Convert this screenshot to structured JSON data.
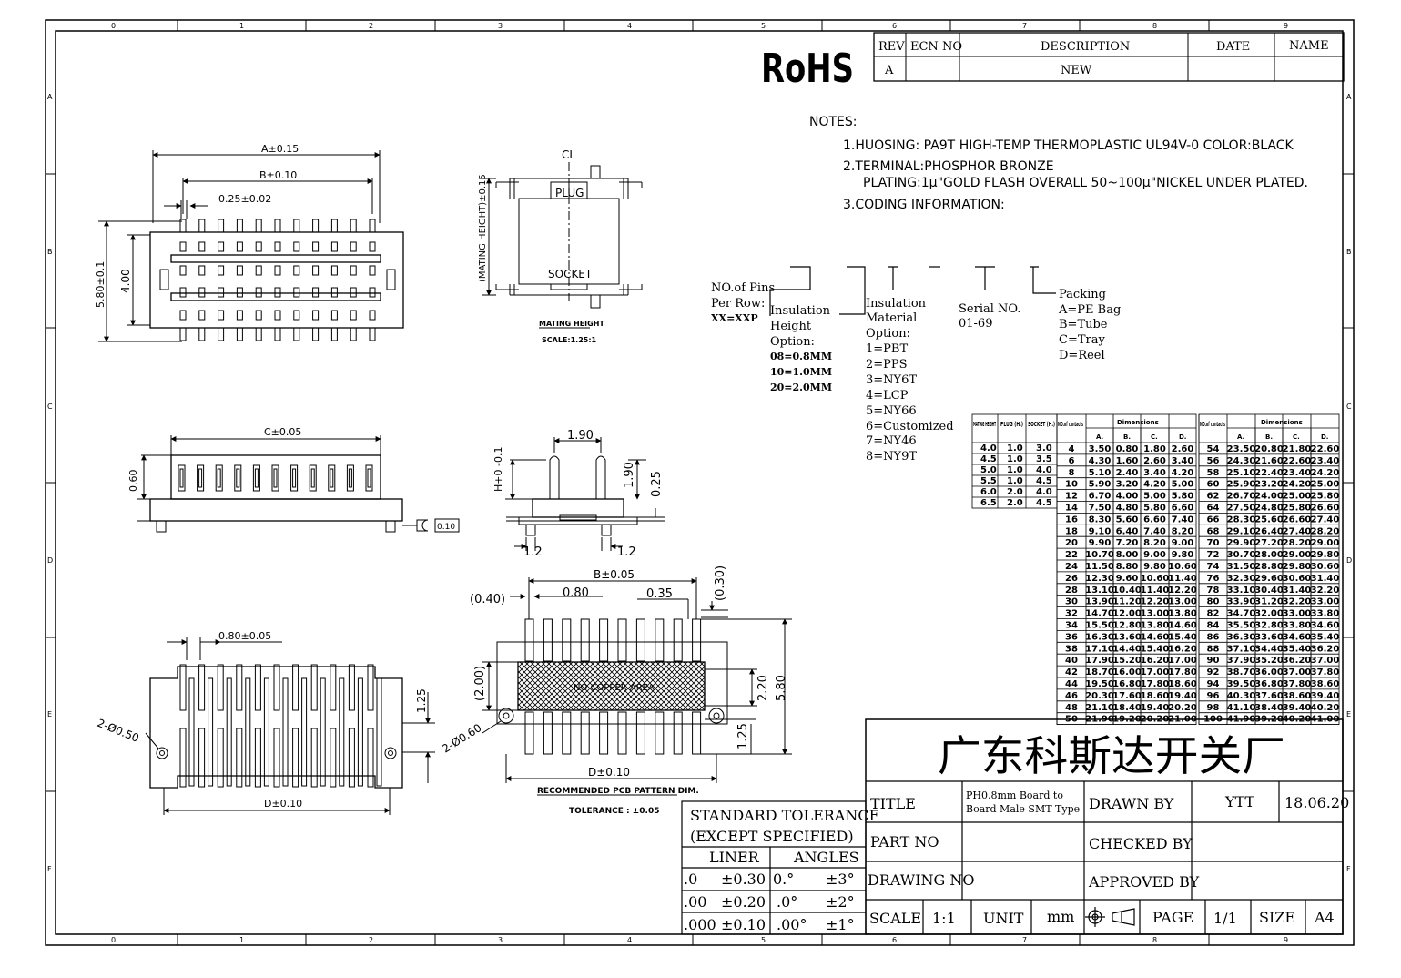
{
  "rohs": "RoHS",
  "revision_table": {
    "headers": [
      "REV",
      "ECN NO",
      "DESCRIPTION",
      "DATE",
      "NAME"
    ],
    "row": [
      "A",
      "",
      "NEW",
      "",
      ""
    ]
  },
  "zones": {
    "columns": [
      "0",
      "1",
      "2",
      "3",
      "4",
      "5",
      "6",
      "7",
      "8",
      "9"
    ],
    "rows": [
      "A",
      "B",
      "C",
      "D",
      "E",
      "F"
    ]
  },
  "notes": {
    "heading": "NOTES:",
    "lines": [
      "1.HUOSING: PA9T HIGH-TEMP THERMOPLASTIC UL94V-0 COLOR:BLACK",
      "2.TERMINAL:PHOSPHOR BRONZE",
      "PLATING:1μ\"GOLD FLASH OVERALL 50~100μ\"NICKEL UNDER PLATED.",
      "3.CODING INFORMATION:"
    ]
  },
  "coding": {
    "pins_per_row": [
      "NO.of Pins",
      "Per Row:",
      "XX=XXP"
    ],
    "insulation_height": [
      "Insulation",
      "Height",
      "Option:",
      "08=0.8MM",
      "10=1.0MM",
      "20=2.0MM"
    ],
    "insulation_material": [
      "Insulation",
      "Material",
      "Option:",
      "1=PBT",
      "2=PPS",
      "3=NY6T",
      "4=LCP",
      "5=NY66",
      "6=Customized",
      "7=NY46",
      "8=NY9T"
    ],
    "serial": [
      "Serial NO.",
      "01-69"
    ],
    "packing": [
      "Packing",
      "A=PE Bag",
      "B=Tube",
      "C=Tray",
      "D=Reel"
    ]
  },
  "drawing_labels": {
    "dim_a": "A±0.15",
    "dim_b": "B±0.10",
    "pitch_width": "0.25±0.02",
    "height_580": "5.80±0.1",
    "height_400": "4.00",
    "centerline": "CL",
    "mating_height": "(MATING HEIGHT)±0.15",
    "plug": "PLUG",
    "socket": "SOCKET",
    "mating_title": "MATING HEIGHT",
    "mating_scale": "SCALE:1.25:1",
    "dim_c": "C±0.05",
    "d060": "0.60",
    "flatness": "0.10",
    "d190a": "1.90",
    "d190b": "1.90",
    "d025": "0.25",
    "hplus": "H+0 -0.1",
    "d12a": "1.2",
    "d12b": "1.2",
    "pitch080": "0.80±0.05",
    "d125a": "1.25",
    "hole050": "2-Ø0.50",
    "dim_d": "D±0.10",
    "b005": "B±0.05",
    "p040": "(0.40)",
    "p080": "0.80",
    "p035": "0.35",
    "p030": "(0.30)",
    "p200": "(2.00)",
    "p220": "2.20",
    "p580": "5.80",
    "p125": "1.25",
    "hole060": "2-Ø0.60",
    "pad_text": "NO COPPER AREA",
    "pcb_d": "D±0.10",
    "pcb_title": "RECOMMENDED PCB PATTERN DIM.",
    "tolerance": "TOLERANCE : ±0.05"
  },
  "mating_table": {
    "headers": [
      "MATING HEIGHT",
      "PLUG (H.)",
      "SOCKET (H.)"
    ],
    "rows": [
      [
        "4.0",
        "1.0",
        "3.0"
      ],
      [
        "4.5",
        "1.0",
        "3.5"
      ],
      [
        "5.0",
        "1.0",
        "4.0"
      ],
      [
        "5.5",
        "1.0",
        "4.5"
      ],
      [
        "6.0",
        "2.0",
        "4.0"
      ],
      [
        "6.5",
        "2.0",
        "4.5"
      ]
    ]
  },
  "dimension_table": {
    "contacts_header": "NO.of contacts",
    "dimensions_header": "Dimensions",
    "sub_headers": [
      "A.",
      "B.",
      "C.",
      "D."
    ],
    "left": [
      [
        "4",
        "3.50",
        "0.80",
        "1.80",
        "2.60"
      ],
      [
        "6",
        "4.30",
        "1.60",
        "2.60",
        "3.40"
      ],
      [
        "8",
        "5.10",
        "2.40",
        "3.40",
        "4.20"
      ],
      [
        "10",
        "5.90",
        "3.20",
        "4.20",
        "5.00"
      ],
      [
        "12",
        "6.70",
        "4.00",
        "5.00",
        "5.80"
      ],
      [
        "14",
        "7.50",
        "4.80",
        "5.80",
        "6.60"
      ],
      [
        "16",
        "8.30",
        "5.60",
        "6.60",
        "7.40"
      ],
      [
        "18",
        "9.10",
        "6.40",
        "7.40",
        "8.20"
      ],
      [
        "20",
        "9.90",
        "7.20",
        "8.20",
        "9.00"
      ],
      [
        "22",
        "10.70",
        "8.00",
        "9.00",
        "9.80"
      ],
      [
        "24",
        "11.50",
        "8.80",
        "9.80",
        "10.60"
      ],
      [
        "26",
        "12.30",
        "9.60",
        "10.60",
        "11.40"
      ],
      [
        "28",
        "13.10",
        "10.40",
        "11.40",
        "12.20"
      ],
      [
        "30",
        "13.90",
        "11.20",
        "12.20",
        "13.00"
      ],
      [
        "32",
        "14.70",
        "12.00",
        "13.00",
        "13.80"
      ],
      [
        "34",
        "15.50",
        "12.80",
        "13.80",
        "14.60"
      ],
      [
        "36",
        "16.30",
        "13.60",
        "14.60",
        "15.40"
      ],
      [
        "38",
        "17.10",
        "14.40",
        "15.40",
        "16.20"
      ],
      [
        "40",
        "17.90",
        "15.20",
        "16.20",
        "17.00"
      ],
      [
        "42",
        "18.70",
        "16.00",
        "17.00",
        "17.80"
      ],
      [
        "44",
        "19.50",
        "16.80",
        "17.80",
        "18.60"
      ],
      [
        "46",
        "20.30",
        "17.60",
        "18.60",
        "19.40"
      ],
      [
        "48",
        "21.10",
        "18.40",
        "19.40",
        "20.20"
      ],
      [
        "50",
        "21.90",
        "19.20",
        "20.20",
        "21.00"
      ]
    ],
    "right": [
      [
        "54",
        "23.50",
        "20.80",
        "21.80",
        "22.60"
      ],
      [
        "56",
        "24.30",
        "21.60",
        "22.60",
        "23.40"
      ],
      [
        "58",
        "25.10",
        "22.40",
        "23.40",
        "24.20"
      ],
      [
        "60",
        "25.90",
        "23.20",
        "24.20",
        "25.00"
      ],
      [
        "62",
        "26.70",
        "24.00",
        "25.00",
        "25.80"
      ],
      [
        "64",
        "27.50",
        "24.80",
        "25.80",
        "26.60"
      ],
      [
        "66",
        "28.30",
        "25.60",
        "26.60",
        "27.40"
      ],
      [
        "68",
        "29.10",
        "26.40",
        "27.40",
        "28.20"
      ],
      [
        "70",
        "29.90",
        "27.20",
        "28.20",
        "29.00"
      ],
      [
        "72",
        "30.70",
        "28.00",
        "29.00",
        "29.80"
      ],
      [
        "74",
        "31.50",
        "28.80",
        "29.80",
        "30.60"
      ],
      [
        "76",
        "32.30",
        "29.60",
        "30.60",
        "31.40"
      ],
      [
        "78",
        "33.10",
        "30.40",
        "31.40",
        "32.20"
      ],
      [
        "80",
        "33.90",
        "31.20",
        "32.20",
        "33.00"
      ],
      [
        "82",
        "34.70",
        "32.00",
        "33.00",
        "33.80"
      ],
      [
        "84",
        "35.50",
        "32.80",
        "33.80",
        "34.60"
      ],
      [
        "86",
        "36.30",
        "33.60",
        "34.60",
        "35.40"
      ],
      [
        "88",
        "37.10",
        "34.40",
        "35.40",
        "36.20"
      ],
      [
        "90",
        "37.90",
        "35.20",
        "36.20",
        "37.00"
      ],
      [
        "92",
        "38.70",
        "36.00",
        "37.00",
        "37.80"
      ],
      [
        "94",
        "39.50",
        "36.80",
        "37.80",
        "38.60"
      ],
      [
        "96",
        "40.30",
        "37.60",
        "38.60",
        "39.40"
      ],
      [
        "98",
        "41.10",
        "38.40",
        "39.40",
        "40.20"
      ],
      [
        "100",
        "41.90",
        "39.20",
        "40.20",
        "41.00"
      ]
    ]
  },
  "tolerance_table": {
    "title_1": "STANDARD TOLERANCE",
    "title_2": "(EXCEPT  SPECIFIED)",
    "liner": "LINER",
    "angles": "ANGLES",
    "rows": [
      [
        ".0",
        "±0.30",
        "0.°",
        "±3°"
      ],
      [
        ".00",
        "±0.20",
        ".0°",
        "±2°"
      ],
      [
        ".000",
        "±0.10",
        ".00°",
        "±1°"
      ]
    ]
  },
  "title_block": {
    "company": "广东科斯达开关厂",
    "title_label": "TITLE",
    "title_value_1": "PH0.8mm Board to",
    "title_value_2": "Board Male SMT Type",
    "drawn_by_label": "DRAWN BY",
    "drawn_by_value": "YTT",
    "date": "18.06.20",
    "part_no_label": "PART NO",
    "checked_by_label": "CHECKED BY",
    "drawing_no_label": "DRAWING NO",
    "approved_by_label": "APPROVED BY",
    "scale_label": "SCALE",
    "scale_value": "1:1",
    "unit_label": "UNIT",
    "unit_value": "mm",
    "page_label": "PAGE",
    "page_value": "1/1",
    "size_label": "SIZE",
    "size_value": "A4"
  }
}
